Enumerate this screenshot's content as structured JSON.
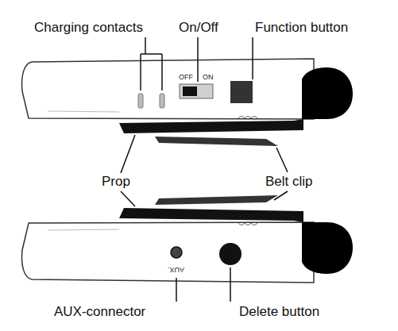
{
  "diagram": {
    "labels": [
      "Charging contacts",
      "On/Off",
      "Function button",
      "OFF",
      "ON",
      "Prop",
      "Belt clip",
      "AUX.",
      "AUX-connector",
      "Delete button"
    ]
  }
}
